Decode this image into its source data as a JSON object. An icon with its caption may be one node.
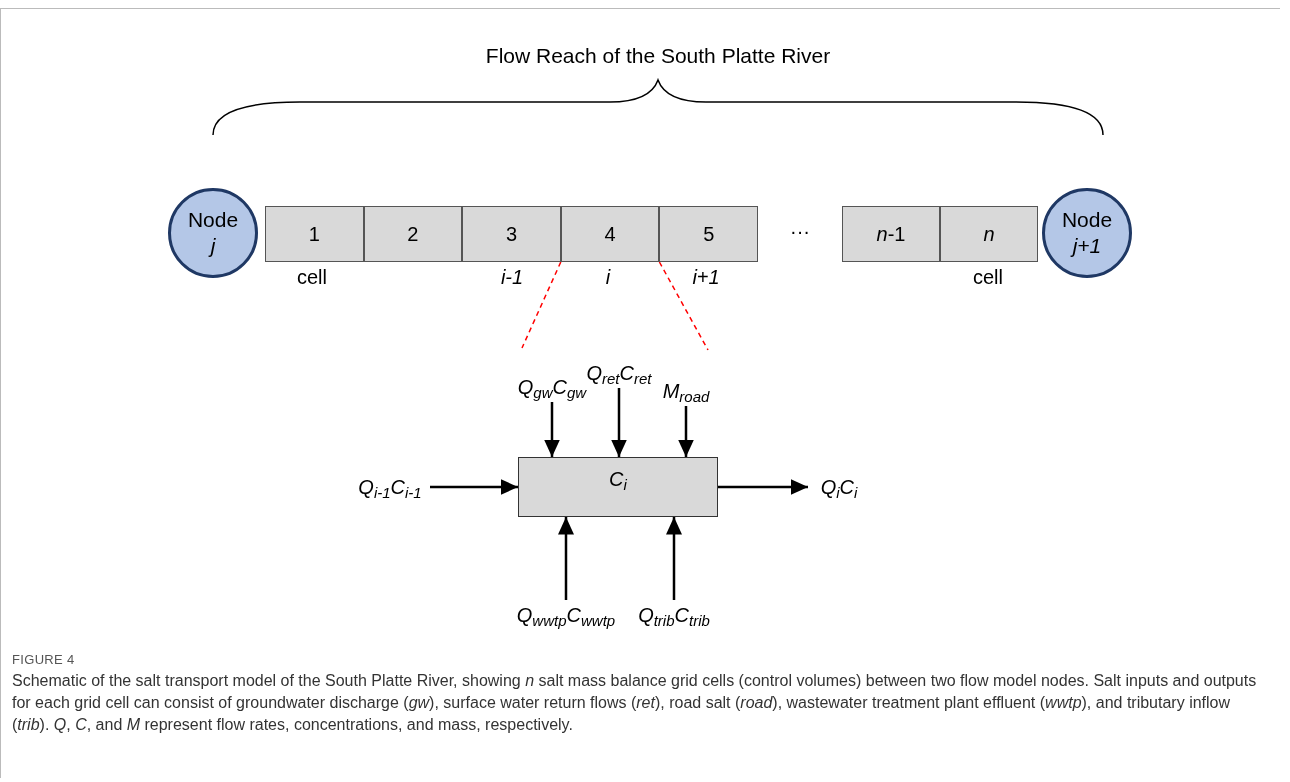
{
  "diagram": {
    "title": "Flow Reach of the South Platte River",
    "caption": "Schematic of the salt transport model of the South Platte River, showing *n* salt mass balance grid cells (control volumes) between two flow model nodes. Salt inputs and outputs for each grid cell can consist of groundwater discharge (*gw*), surface water return flows (*ret*), road salt (*road*), wastewater treatment plant effluent (*wwtp*), and tributary inflow (*trib*). *Q*, *C*, and *M* represent flow rates, concentrations, and mass, respectively.",
    "nodes": [
      {
        "text": [
          "Node *j*"
        ]
      },
      {
        "text": [
          "1"
        ]
      },
      {
        "text": [
          "2"
        ]
      },
      {
        "text": [
          "3"
        ]
      },
      {
        "text": [
          "4"
        ]
      },
      {
        "text": [
          "5"
        ]
      },
      {
        "text": [
          "*n*-1"
        ]
      },
      {
        "text": [
          "*n*"
        ]
      },
      {
        "text": [
          "Node *j+1*"
        ]
      },
      {
        "text": [
          "C$_{i}$"
        ]
      },
      {
        "text": [
          "Q$_{gw}$C$_{gw}$"
        ]
      },
      {
        "text": [
          "Q$_{ret}$C$_{ret}$"
        ]
      },
      {
        "text": [
          "M$_{road}$"
        ]
      },
      {
        "text": [
          "Q$_{i-1}$C$_{i-1}$"
        ]
      },
      {
        "text": [
          "Q$_{i}$C$_{i}$"
        ]
      },
      {
        "text": [
          "Q$_{wwtp}$C$_{wwtp}$"
        ]
      },
      {
        "text": [
          "Q$_{trib}$C$_{trib}$"
        ]
      }
    ],
    "edges": [
      {
        "from": 4,
        "to": null,
        "arrow": "none",
        "style": "dashed",
        "color": "#ff0000"
      },
      {
        "from": 4,
        "to": null,
        "arrow": "none",
        "style": "dashed",
        "color": "#ff0000"
      },
      {
        "from": 10,
        "to": 9,
        "arrow": "to"
      },
      {
        "from": 11,
        "to": 9,
        "arrow": "to"
      },
      {
        "from": 12,
        "to": 9,
        "arrow": "to"
      },
      {
        "from": 13,
        "to": 9,
        "arrow": "to"
      },
      {
        "from": 9,
        "to": 14,
        "arrow": "to"
      },
      {
        "from": 15,
        "to": 9,
        "arrow": "to"
      },
      {
        "from": 16,
        "to": 9,
        "arrow": "to"
      }
    ],
    "labels": [
      "···",
      "cell",
      "i-1",
      "i",
      "i+1",
      "cell",
      "FIGURE 4"
    ]
  }
}
